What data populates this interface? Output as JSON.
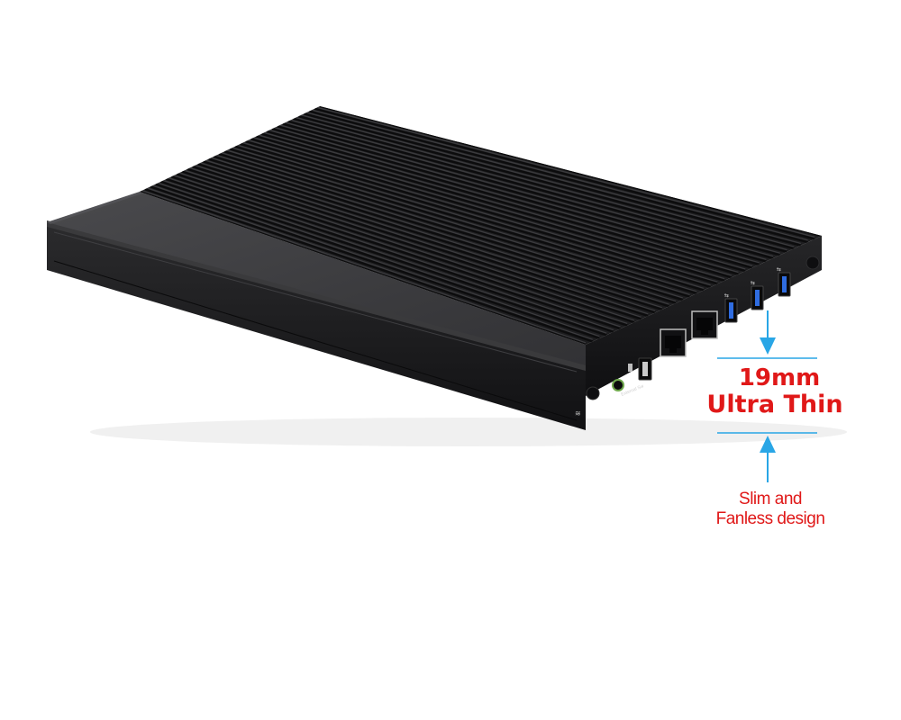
{
  "callout": {
    "thickness_value": "19mm",
    "thickness_label": "Ultra Thin",
    "tagline_line1": "Slim and",
    "tagline_line2": "Fanless design",
    "text_color": "#e01818",
    "arrow_color": "#29a6e6"
  },
  "device": {
    "body_color": "#1c1c1e",
    "panel_color": "#454547",
    "port_label_reset": "External Sw"
  }
}
